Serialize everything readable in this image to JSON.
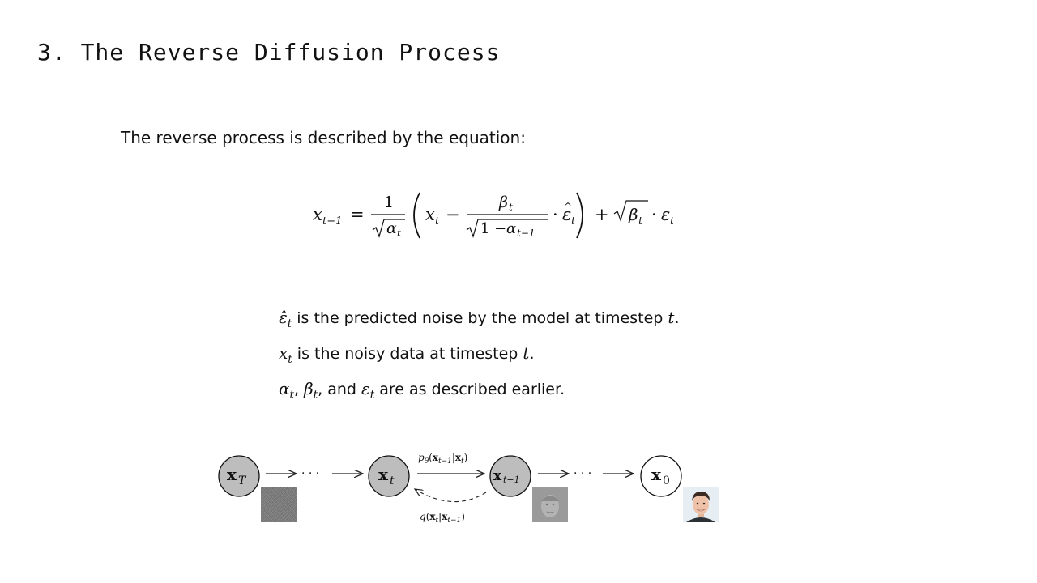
{
  "slide": {
    "title": "3. The Reverse Diffusion Process",
    "intro": "The reverse process is described by the equation:"
  },
  "bullets": [
    {
      "text": " is the predicted noise by the model at timestep "
    },
    {
      "text": " is the noisy data at timestep "
    },
    {
      "text_1": ", ",
      "text_2": ", and ",
      "text_3": " are as described earlier."
    }
  ],
  "diagram": {
    "node_xT": "x",
    "node_xT_sub": "T",
    "node_xt": "x",
    "node_xt_sub": "t",
    "node_xtm1": "x",
    "node_xtm1_sub": "t−1",
    "node_x0": "x",
    "node_x0_sub": "0",
    "ellipsis": "· · ·",
    "reverse_label": "pθ(xt−1|xt)",
    "forward_label": "q(xt|xt−1)",
    "colors": {
      "filled_node": "#bdbdbd",
      "empty_node": "#ffffff"
    }
  }
}
